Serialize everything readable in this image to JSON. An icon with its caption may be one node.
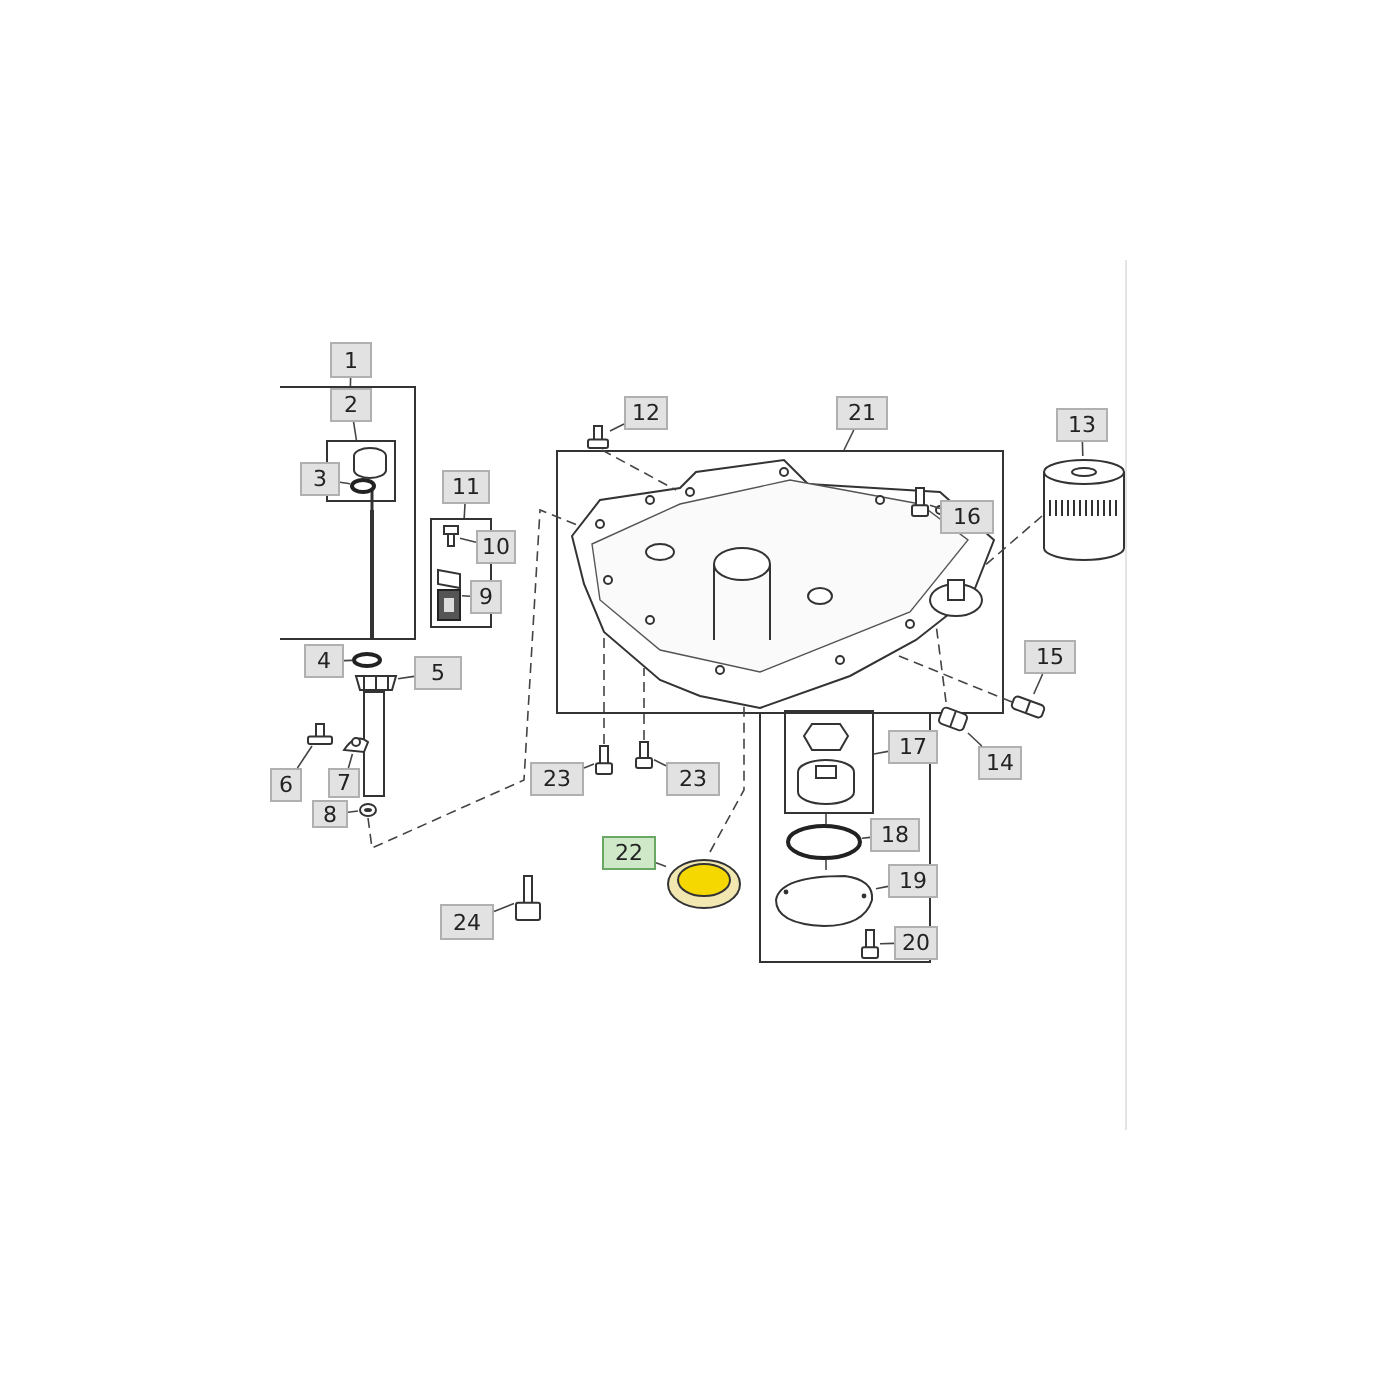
{
  "diagram": {
    "nodes": [
      {
        "text": [
          "1"
        ]
      },
      {
        "text": [],
        "shape": "box"
      },
      {
        "text": [
          "2"
        ],
        "in": 1
      },
      {
        "text": [],
        "shape": "box",
        "in": 1
      },
      {
        "text": [
          "3"
        ],
        "in": 1
      },
      {
        "text": [],
        "shape": "circle",
        "in": 3
      },
      {
        "text": [
          "4"
        ]
      },
      {
        "text": [],
        "shape": "circle"
      },
      {
        "text": [
          "5"
        ]
      },
      {
        "text": [],
        "shape": "picture"
      },
      {
        "text": [
          "6"
        ]
      },
      {
        "text": [],
        "shape": "picture"
      },
      {
        "text": [
          "7"
        ]
      },
      {
        "text": [],
        "shape": "picture"
      },
      {
        "text": [
          "8"
        ]
      },
      {
        "text": [],
        "shape": "picture"
      },
      {
        "text": [
          "11"
        ]
      },
      {
        "text": [],
        "shape": "box"
      },
      {
        "text": [
          "10"
        ]
      },
      {
        "text": [],
        "shape": "picture",
        "in": 17
      },
      {
        "text": [
          "9"
        ]
      },
      {
        "text": [],
        "shape": "picture",
        "in": 17
      },
      {
        "text": [
          "12"
        ]
      },
      {
        "text": [],
        "shape": "picture"
      },
      {
        "text": [
          "21"
        ]
      },
      {
        "text": [],
        "shape": "box"
      },
      {
        "text": [
          "16"
        ],
        "in": 50
      },
      {
        "text": [],
        "shape": "picture",
        "in": 50
      },
      {
        "text": [
          "13"
        ]
      },
      {
        "text": [],
        "shape": "picture"
      },
      {
        "text": [
          "15"
        ]
      },
      {
        "text": [],
        "shape": "picture"
      },
      {
        "text": [
          "14"
        ]
      },
      {
        "text": [],
        "shape": "picture"
      },
      {
        "text": [
          "17"
        ]
      },
      {
        "text": [],
        "shape": "box"
      },
      {
        "text": [
          "18"
        ]
      },
      {
        "text": [],
        "shape": "circle"
      },
      {
        "text": [
          "19"
        ]
      },
      {
        "text": [],
        "shape": "picture"
      },
      {
        "text": [
          "20"
        ]
      },
      {
        "text": [],
        "shape": "picture"
      },
      {
        "text": [
          "23"
        ]
      },
      {
        "text": [],
        "shape": "picture"
      },
      {
        "text": [
          "23"
        ]
      },
      {
        "text": [],
        "shape": "picture"
      },
      {
        "text": [
          "22"
        ]
      },
      {
        "text": [],
        "shape": "picture"
      },
      {
        "text": [
          "24"
        ]
      },
      {
        "text": [],
        "shape": "picture"
      },
      {
        "text": [],
        "shape": "picture",
        "in": 25
      }
    ],
    "edges": [
      {
        "from": 0,
        "to": 1,
        "arrow": "none"
      },
      {
        "from": 2,
        "to": 3,
        "arrow": "none"
      },
      {
        "from": 4,
        "to": 5,
        "arrow": "none"
      },
      {
        "from": 6,
        "to": 7,
        "arrow": "none"
      },
      {
        "from": 8,
        "to": 9,
        "arrow": "none"
      },
      {
        "from": 10,
        "to": 11,
        "arrow": "none"
      },
      {
        "from": 12,
        "to": 13,
        "arrow": "none"
      },
      {
        "from": 14,
        "to": 15,
        "arrow": "none"
      },
      {
        "from": 16,
        "to": 17,
        "arrow": "none"
      },
      {
        "from": 18,
        "to": 19,
        "arrow": "none"
      },
      {
        "from": 20,
        "to": 21,
        "arrow": "none"
      },
      {
        "from": 22,
        "to": 23,
        "arrow": "none"
      },
      {
        "from": 24,
        "to": 25,
        "arrow": "none"
      },
      {
        "from": 26,
        "to": 27,
        "arrow": "none"
      },
      {
        "from": 28,
        "to": 29,
        "arrow": "none"
      },
      {
        "from": 30,
        "to": 31,
        "arrow": "none"
      },
      {
        "from": 32,
        "to": 33,
        "arrow": "none"
      },
      {
        "from": 34,
        "to": 35,
        "arrow": "none"
      },
      {
        "from": 36,
        "to": 37,
        "arrow": "none"
      },
      {
        "from": 38,
        "to": 39,
        "arrow": "none"
      },
      {
        "from": 40,
        "to": 41,
        "arrow": "none"
      },
      {
        "from": 42,
        "to": 43,
        "arrow": "none"
      },
      {
        "from": 44,
        "to": 45,
        "arrow": "none"
      },
      {
        "from": 46,
        "to": 47,
        "arrow": "none"
      },
      {
        "from": 48,
        "to": 49,
        "arrow": "none"
      },
      {
        "from": 23,
        "to": 50,
        "arrow": "none",
        "style": "dashed"
      },
      {
        "from": 29,
        "to": 50,
        "arrow": "none",
        "style": "dashed"
      },
      {
        "from": 31,
        "to": 50,
        "arrow": "none",
        "style": "dashed"
      },
      {
        "from": 33,
        "to": 50,
        "arrow": "none",
        "style": "dashed"
      },
      {
        "from": 43,
        "to": 50,
        "arrow": "none",
        "style": "dashed"
      },
      {
        "from": 45,
        "to": 50,
        "arrow": "none",
        "style": "dashed"
      },
      {
        "from": 47,
        "to": 50,
        "arrow": "none",
        "style": "dashed"
      },
      {
        "from": 15,
        "to": 50,
        "arrow": "none",
        "style": "dashed"
      },
      {
        "from": 35,
        "to": 37,
        "arrow": "none",
        "style": "dashed"
      },
      {
        "from": 37,
        "to": 39,
        "arrow": "none",
        "style": "dashed"
      }
    ]
  }
}
